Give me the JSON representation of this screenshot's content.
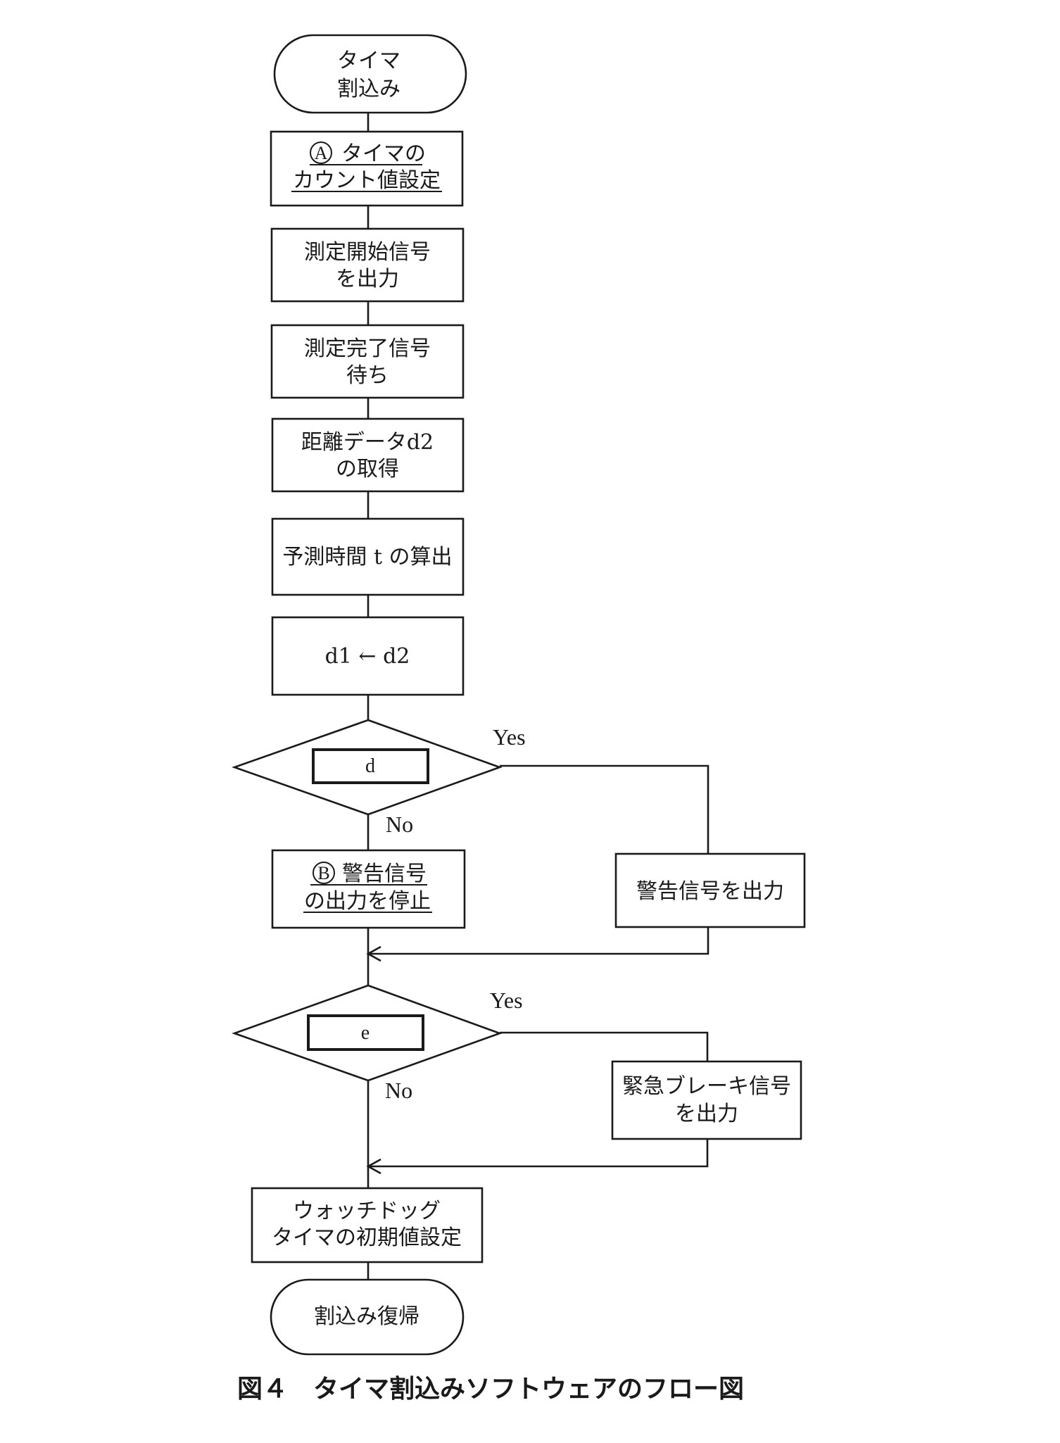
{
  "figure": {
    "caption_number": "図４",
    "caption_title": "タイマ割込みソフトウェアのフロー図"
  },
  "nodes": {
    "start": {
      "lines": [
        "タイマ",
        "割込み"
      ]
    },
    "step_a": {
      "marker": "A",
      "lines": [
        "タイマの",
        "カウント値設定"
      ]
    },
    "step_measure_start": {
      "lines": [
        "測定開始信号",
        "を出力"
      ]
    },
    "step_measure_wait": {
      "lines": [
        "測定完了信号",
        "待ち"
      ]
    },
    "step_get_distance": {
      "lines": [
        "距離データd2",
        "の取得"
      ]
    },
    "step_calc_time": {
      "lines": [
        "予測時間 t の算出"
      ]
    },
    "step_assign": {
      "lines": [
        "d1 ← d2"
      ]
    },
    "decision_d": {
      "blank": "d",
      "yes": "Yes",
      "no": "No"
    },
    "step_b": {
      "marker": "B",
      "lines": [
        "警告信号",
        "の出力を停止"
      ]
    },
    "step_warning_out": {
      "lines": [
        "警告信号を出力"
      ]
    },
    "decision_e": {
      "blank": "e",
      "yes": "Yes",
      "no": "No"
    },
    "step_brake_out": {
      "lines": [
        "緊急ブレーキ信号",
        "を出力"
      ]
    },
    "step_watchdog": {
      "lines": [
        "ウォッチドッグ",
        "タイマの初期値設定"
      ]
    },
    "end": {
      "lines": [
        "割込み復帰"
      ]
    }
  }
}
